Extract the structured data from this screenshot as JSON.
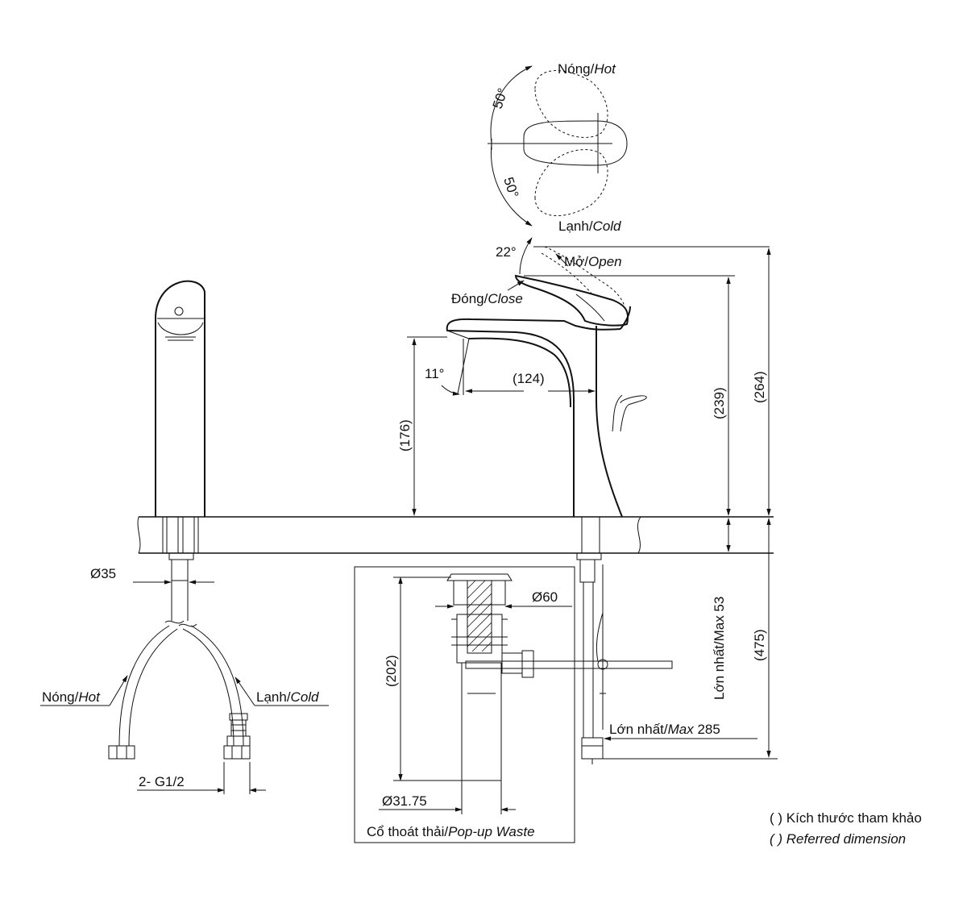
{
  "labels": {
    "hot_top": {
      "vi": "Nóng/",
      "en": "Hot"
    },
    "cold_top": {
      "vi": "Lạnh/",
      "en": "Cold"
    },
    "angle_hot": "50°",
    "angle_cold": "50°",
    "angle_open": "22°",
    "open": {
      "vi": "Mở/",
      "en": "Open"
    },
    "close": {
      "vi": "Đóng/",
      "en": "Close"
    },
    "angle_spout": "11°",
    "dim_reach": "(124)",
    "dim_spout_height": "(176)",
    "dim_lever_height": "(239)",
    "dim_total_height": "(264)",
    "dim_deck": "Lớn nhất/Max 53",
    "dim_below": "(475)",
    "dim_max_285": {
      "vi": "Lớn nhất/",
      "en": "Max",
      "value": " 285"
    },
    "dim_d35": "Ø35",
    "hot_hose": {
      "vi": "Nóng/",
      "en": "Hot"
    },
    "cold_hose": {
      "vi": "Lạnh/",
      "en": "Cold"
    },
    "thread": "2- G1/2",
    "dim_d60": "Ø60",
    "dim_202": "(202)",
    "dim_d3175": "Ø31.75",
    "popup": {
      "vi": "Cổ thoát thải/",
      "en": "Pop-up Waste"
    },
    "note_vi": "( ) Kích thước tham khảo",
    "note_en": "( ) Referred dimension"
  }
}
